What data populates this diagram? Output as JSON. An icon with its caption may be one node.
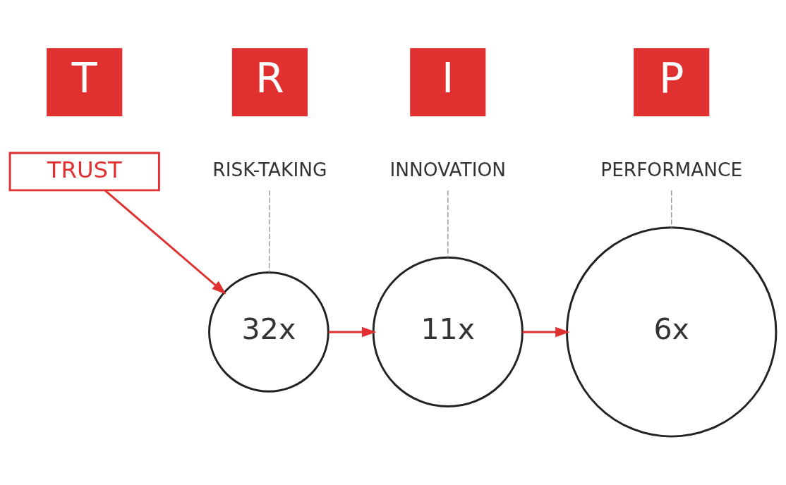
{
  "diagram": {
    "nodes": [
      {
        "text": [
          "T"
        ]
      },
      {
        "text": [
          "R"
        ]
      },
      {
        "text": [
          "I"
        ]
      },
      {
        "text": [
          "P"
        ]
      },
      {
        "text": [
          "TRUST"
        ]
      },
      {
        "text": [
          "RISK-TAKING"
        ]
      },
      {
        "text": [
          "INNOVATION"
        ]
      },
      {
        "text": [
          "PERFORMANCE"
        ]
      },
      {
        "text": [
          "32x"
        ]
      },
      {
        "text": [
          "11x"
        ]
      },
      {
        "text": [
          "6x"
        ]
      }
    ],
    "edges": [
      {
        "from": 5,
        "to": 8,
        "arrow": "none",
        "style": "dashed",
        "color": "#9a9a9a"
      },
      {
        "from": 6,
        "to": 9,
        "arrow": "none",
        "style": "dashed",
        "color": "#9a9a9a"
      },
      {
        "from": 7,
        "to": 10,
        "arrow": "none",
        "style": "dashed",
        "color": "#9a9a9a"
      },
      {
        "from": 4,
        "to": 8,
        "arrow": "to",
        "color": "#e03030"
      },
      {
        "from": 8,
        "to": 9,
        "arrow": "to",
        "color": "#e03030"
      },
      {
        "from": 9,
        "to": 10,
        "arrow": "to",
        "color": "#e03030"
      }
    ]
  }
}
